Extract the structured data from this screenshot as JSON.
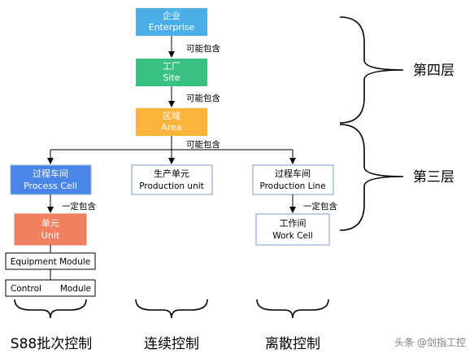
{
  "diagram": {
    "nodes": {
      "enterprise": {
        "title": "企业",
        "subtitle": "Enterprise",
        "fill": "#4aaee8"
      },
      "site": {
        "title": "工厂",
        "subtitle": "Site",
        "fill": "#39c183"
      },
      "area": {
        "title": "区域",
        "subtitle": "Area",
        "fill": "#fbb33b"
      },
      "process_cell": {
        "title": "过程车间",
        "subtitle": "Process Cell",
        "fill": "#4a86e8"
      },
      "production_unit": {
        "title": "生产单元",
        "subtitle": "Production unit",
        "fill": "#ffffff"
      },
      "production_line": {
        "title": "过程车间",
        "subtitle": "Production Line",
        "fill": "#ffffff"
      },
      "unit": {
        "title": "单元",
        "subtitle": "Unit",
        "fill": "#f08060"
      },
      "work_cell": {
        "title": "工作间",
        "subtitle": "Work Cell",
        "fill": "#ffffff"
      },
      "equipment_module": {
        "title": "Equipment Module",
        "fill": "#ffffff"
      },
      "control_module": {
        "title": "Control",
        "title2": "Module",
        "fill": "#ffffff"
      }
    },
    "edge_labels": {
      "enterprise_site": "可能包含",
      "site_area": "可能包含",
      "area_children": "可能包含",
      "cell_unit": "一定包含",
      "line_workcell": "一定包含"
    },
    "layers": {
      "fourth": "第四层",
      "third": "第三层"
    },
    "categories": {
      "s88": "S88批次控制",
      "continuous": "连续控制",
      "discrete": "离散控制"
    },
    "watermark": "头条 @剑指工控"
  }
}
